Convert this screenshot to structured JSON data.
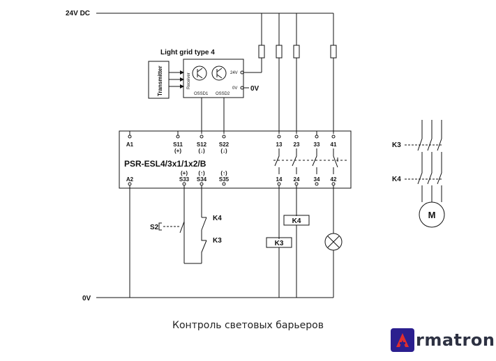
{
  "rails": {
    "supply_label": "24V DC",
    "ground_label": "0V"
  },
  "light_grid": {
    "title": "Light grid type 4",
    "transmitter_label": "Transmitter",
    "receiver_label": "Receiver",
    "ossd1_label": "OSSD1",
    "ossd2_label": "OSSD2",
    "pin_24v_label": "24V",
    "pin_0v_label": "0V",
    "ext_0v_label": "0V"
  },
  "relay": {
    "model_label": "PSR-ESL4/3x1/1x2/B",
    "terminals_top": [
      "A1",
      "S11",
      "S12",
      "S22",
      "13",
      "23",
      "33",
      "41"
    ],
    "signs_top": [
      "(+)",
      "(↓)",
      "(↓)"
    ],
    "signs_bottom": [
      "(+)",
      "(↑)",
      "(↑)"
    ],
    "terminals_bottom": [
      "A2",
      "S33",
      "S34",
      "S35",
      "14",
      "24",
      "34",
      "42"
    ]
  },
  "feedback": {
    "switch_label": "S2",
    "k4_label": "K4",
    "k3_label": "K3"
  },
  "loads": {
    "k4_coil_label": "K4",
    "k3_coil_label": "K3"
  },
  "motor": {
    "k3_label": "K3",
    "k4_label": "K4",
    "motor_label": "M"
  },
  "caption": "Контроль световых барьеров",
  "logo": {
    "mark_letter": "A",
    "text": "rmatron",
    "mark_color": "#2b1f8f"
  }
}
